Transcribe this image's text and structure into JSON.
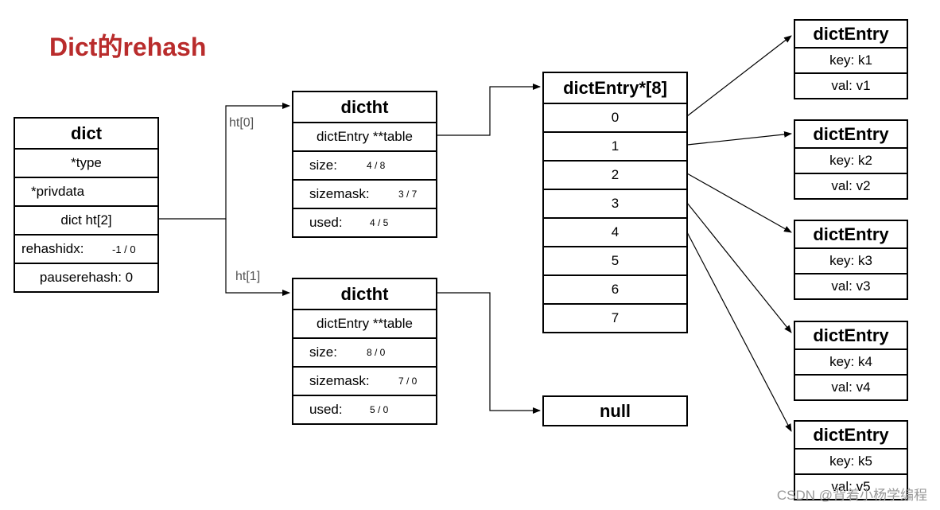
{
  "title": "Dict的rehash",
  "dict": {
    "header": "dict",
    "type": "*type",
    "privdata": "*privdata",
    "ht": "dict ht[2]",
    "rehashidx_label": "rehashidx:",
    "rehashidx_value": "-1 / 0",
    "pauserehash": "pauserehash: 0"
  },
  "edges": {
    "ht0": "ht[0]",
    "ht1": "ht[1]"
  },
  "ht0": {
    "header": "dictht",
    "table": "dictEntry **table",
    "size_label": "size:",
    "size_value": "4 / 8",
    "sizemask_label": "sizemask:",
    "sizemask_value": "3 / 7",
    "used_label": "used:",
    "used_value": "4 / 5"
  },
  "ht1": {
    "header": "dictht",
    "table": "dictEntry **table",
    "size_label": "size:",
    "size_value": "8 / 0",
    "sizemask_label": "sizemask:",
    "sizemask_value": "7 / 0",
    "used_label": "used:",
    "used_value": "5 / 0"
  },
  "array": {
    "header": "dictEntry*[8]",
    "slots": [
      "0",
      "1",
      "2",
      "3",
      "4",
      "5",
      "6",
      "7"
    ]
  },
  "null_label": "null",
  "entries": [
    {
      "header": "dictEntry",
      "key": "key: k1",
      "val": "val: v1"
    },
    {
      "header": "dictEntry",
      "key": "key: k2",
      "val": "val: v2"
    },
    {
      "header": "dictEntry",
      "key": "key: k3",
      "val": "val: v3"
    },
    {
      "header": "dictEntry",
      "key": "key: k4",
      "val": "val: v4"
    },
    {
      "header": "dictEntry",
      "key": "key: k5",
      "val": "val: v5"
    }
  ],
  "watermark": "CSDN @背着小杨学编程"
}
